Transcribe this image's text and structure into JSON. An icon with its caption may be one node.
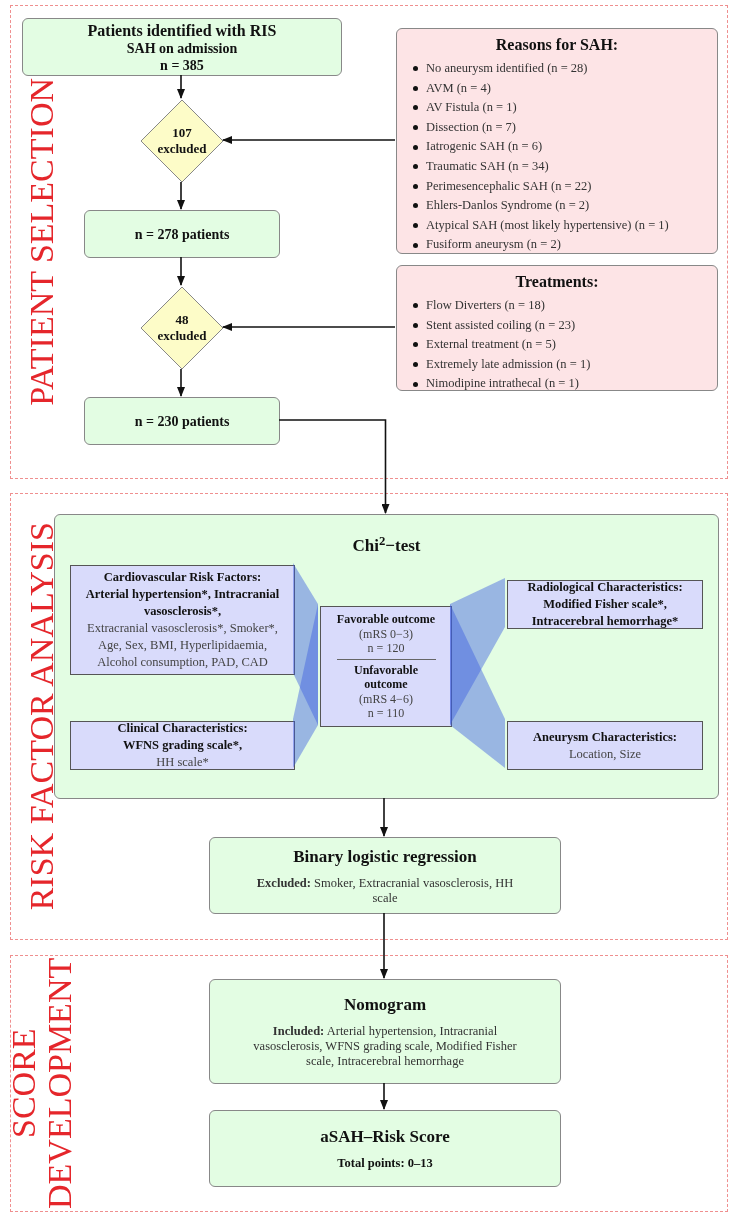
{
  "diagram": {
    "nodes": [
      {
        "text": [
          "PATIENT SELECTION"
        ]
      },
      {
        "text": [
          "Patients identified with RIS",
          "SAH on admission",
          "n = 385"
        ],
        "in": 0
      },
      {
        "text": [
          "107 excluded"
        ],
        "in": 0
      },
      {
        "text": [
          "n = 278 patients"
        ],
        "in": 0
      },
      {
        "text": [
          "48 excluded"
        ],
        "in": 0
      },
      {
        "text": [
          "n = 230 patients"
        ],
        "in": 0
      },
      {
        "text": [
          "Reasons for SAH:",
          "No aneurysm identified (n = 28)",
          "AVM (n = 4)",
          "AV Fistula (n = 1)",
          "Dissection (n = 7)",
          "Iatrogenic SAH (n = 6)",
          "Traumatic SAH (n = 34)",
          "Perimesencephalic SAH (n = 22)",
          "Ehlers-Danlos Syndrome (n = 2)",
          "Atypical SAH (most likely hypertensive) (n = 1)",
          "Fusiform aneurysm (n = 2)"
        ],
        "in": 0
      },
      {
        "text": [
          "Treatments:",
          "Flow Diverters (n = 18)",
          "Stent assisted coiling (n = 23)",
          "External treatment (n = 5)",
          "Extremely late admission (n = 1)",
          "Nimodipine intrathecal (n = 1)"
        ],
        "in": 0
      },
      {
        "text": [
          "RISK FACTOR ANALYSIS"
        ]
      },
      {
        "text": [
          "Chi$^{2}$−test"
        ],
        "in": 8
      },
      {
        "text": [
          "Cardiovascular Risk Factors:",
          "Arterial hypertension*, Intracranial vasosclerosis*,",
          "Extracranial vasosclerosis*, Smoker*, Age, Sex, BMI, Hyperlipidaemia, Alcohol consumption, PAD, CAD"
        ],
        "in": 9
      },
      {
        "text": [
          "Favorable outcome",
          "(mRS 0−3)",
          "n = 120",
          "Unfavorable outcome",
          "(mRS 4−6)",
          "n = 110"
        ],
        "in": 9
      },
      {
        "text": [
          "Radiological Characteristics:",
          "Modified Fisher scale*, Intracerebral hemorrhage*"
        ],
        "in": 9
      },
      {
        "text": [
          "Clinical Characteristics:",
          "WFNS grading scale*,",
          "HH scale*"
        ],
        "in": 9
      },
      {
        "text": [
          "Aneurysm Characteristics:",
          "Location, Size"
        ],
        "in": 9
      },
      {
        "text": [
          "Binary logistic regression",
          "**Excluded:** Smoker, Extracranial vasosclerosis, HH scale"
        ],
        "in": 8
      },
      {
        "text": [
          "SCORE DEVELOPMENT"
        ]
      },
      {
        "text": [
          "Nomogram",
          "**Included:** Arterial hypertension, Intracranial vasosclerosis, WFNS grading scale, Modified Fisher scale, Intracerebral hemorrhage"
        ],
        "in": 16
      },
      {
        "text": [
          "aSAH–Risk Score",
          "Total points: 0–13"
        ],
        "in": 16
      }
    ],
    "edges": [
      {
        "from": 1,
        "to": 2,
        "arrow": "to"
      },
      {
        "from": 6,
        "to": 2,
        "arrow": "to"
      },
      {
        "from": 2,
        "to": 3,
        "arrow": "to"
      },
      {
        "from": 3,
        "to": 4,
        "arrow": "to"
      },
      {
        "from": 7,
        "to": 4,
        "arrow": "to"
      },
      {
        "from": 4,
        "to": 5,
        "arrow": "to"
      },
      {
        "from": 5,
        "to": 9,
        "arrow": "to"
      },
      {
        "from": 10,
        "to": 11,
        "arrow": "none"
      },
      {
        "from": 12,
        "to": 11,
        "arrow": "none"
      },
      {
        "from": 13,
        "to": 11,
        "arrow": "none"
      },
      {
        "from": 14,
        "to": 11,
        "arrow": "none"
      },
      {
        "from": 9,
        "to": 15,
        "arrow": "to"
      },
      {
        "from": 15,
        "to": 17,
        "arrow": "to"
      },
      {
        "from": 17,
        "to": 18,
        "arrow": "to"
      }
    ]
  }
}
